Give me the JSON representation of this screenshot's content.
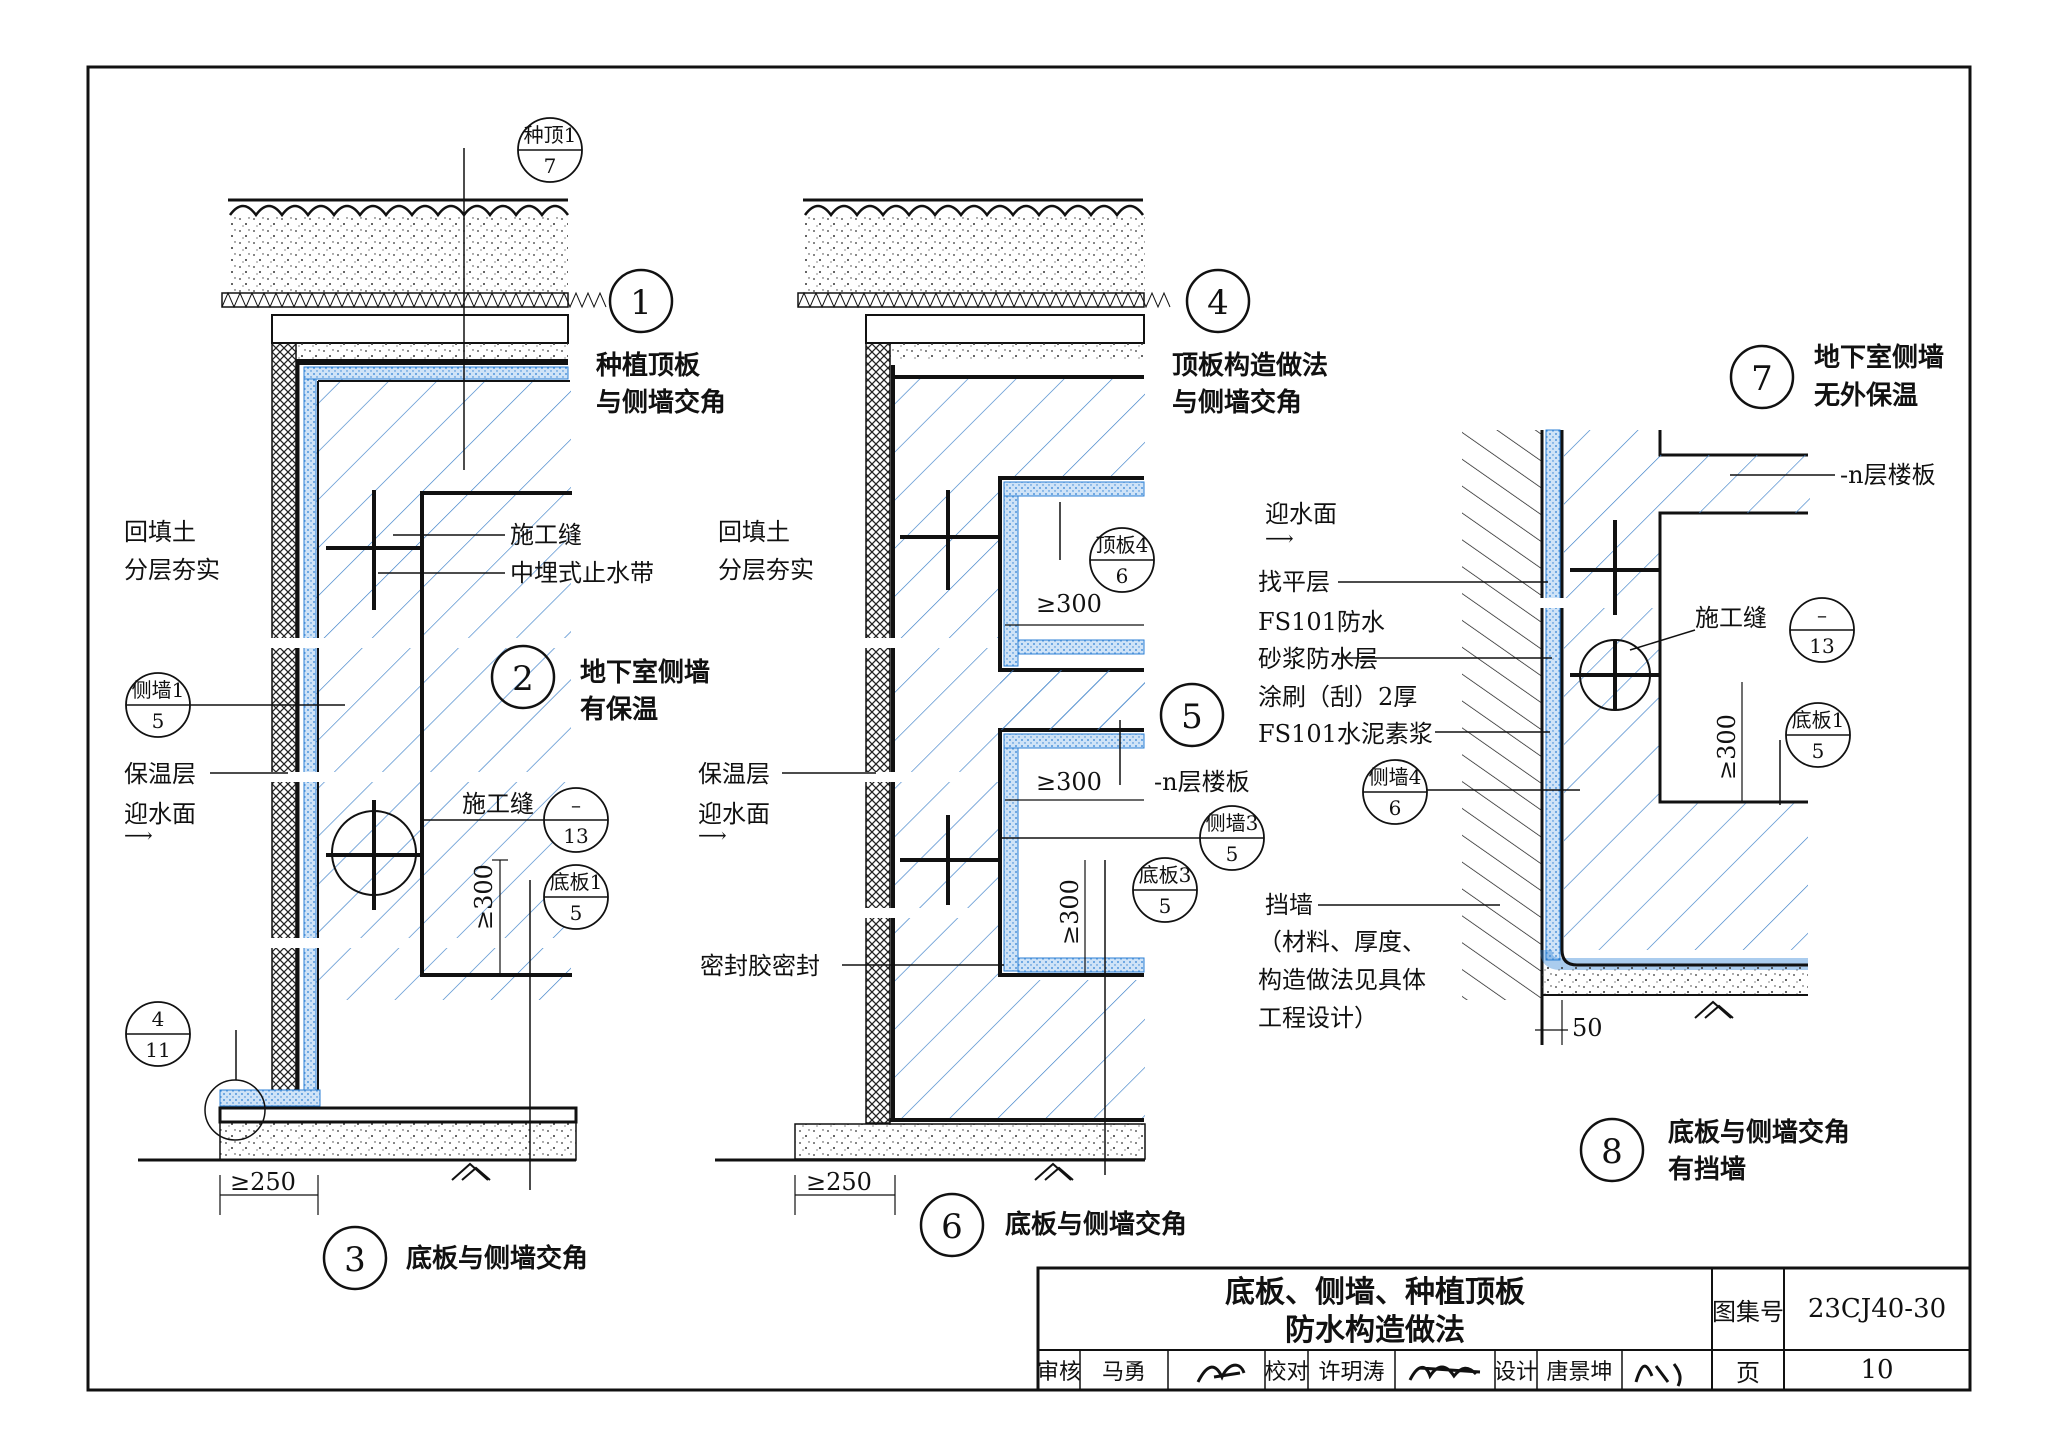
{
  "detail_titles": {
    "d1": {
      "num": "1",
      "line1": "种植顶板",
      "line2": "与侧墙交角"
    },
    "d2": {
      "num": "2",
      "line1": "地下室侧墙",
      "line2": "有保温"
    },
    "d3": {
      "num": "3",
      "line1": "底板与侧墙交角"
    },
    "d4": {
      "num": "4",
      "line1": "顶板构造做法",
      "line2": "与侧墙交角"
    },
    "d5": {
      "num": "5"
    },
    "d6": {
      "num": "6",
      "line1": "底板与侧墙交角"
    },
    "d7": {
      "num": "7",
      "line1": "地下室侧墙",
      "line2": "无外保温"
    },
    "d8": {
      "num": "8",
      "line1": "底板与侧墙交角",
      "line2": "有挡墙"
    }
  },
  "labels": {
    "backfill_1": "回填土",
    "backfill_2": "分层夯实",
    "backfill_b1": "回填土",
    "backfill_b2": "分层夯实",
    "construction_joint_a": "施工缝",
    "waterstop": "中埋式止水带",
    "insulation_a": "保温层",
    "water_face_a": "迎水面",
    "construction_joint_b": "施工缝",
    "insulation_b": "保温层",
    "water_face_b": "迎水面",
    "dim_300_a": "≥300",
    "dim_300_b": "≥300",
    "dim_300_c": "≥300",
    "dim_300_d": "≥300",
    "dim_300_e": "≥300",
    "dim_250_a": "≥250",
    "dim_250_b": "≥250",
    "n_floor_b": "-n层楼板",
    "sealant": "密封胶密封",
    "water_face_c": "迎水面",
    "n_floor_c": "-n层楼板",
    "leveling": "找平层",
    "fs101_1": "FS101防水",
    "fs101_2": "砂浆防水层",
    "fs101_3": "涂刷（刮）2厚",
    "fs101_4": "FS101水泥素浆",
    "construction_joint_c": "施工缝",
    "retaining_1": "挡墙",
    "retaining_2": "（材料、厚度、",
    "retaining_3": "构造做法见具体",
    "retaining_4": "工程设计）",
    "dim_50": "50"
  },
  "refs": {
    "r_zd1": {
      "top": "种顶1",
      "bottom": "7"
    },
    "r_cq1": {
      "top": "侧墙1",
      "bottom": "5"
    },
    "r_dash_a": {
      "top": "–",
      "bottom": "13"
    },
    "r_db1_a": {
      "top": "底板1",
      "bottom": "5"
    },
    "r_411": {
      "top": "4",
      "bottom": "11"
    },
    "r_db4": {
      "top": "顶板4",
      "bottom": "6"
    },
    "r_cq3": {
      "top": "侧墙3",
      "bottom": "5"
    },
    "r_db3": {
      "top": "底板3",
      "bottom": "5"
    },
    "r_dash_c": {
      "top": "–",
      "bottom": "13"
    },
    "r_db1_c": {
      "top": "底板1",
      "bottom": "5"
    },
    "r_cq4": {
      "top": "侧墙4",
      "bottom": "6"
    }
  },
  "title_block": {
    "title_line1": "底板、侧墙、种植顶板",
    "title_line2": "防水构造做法",
    "atlas_label": "图集号",
    "atlas_no": "23CJ40-30",
    "page_label": "页",
    "page_no": "10",
    "review_label": "审核",
    "review_name": "马勇",
    "check_label": "校对",
    "check_name": "许玥涛",
    "design_label": "设计",
    "design_name": "唐景坤"
  },
  "colors": {
    "ink": "#111111",
    "waterproof_blue": "#2b7fd4",
    "concrete_hatch": "#3a7fc8"
  }
}
